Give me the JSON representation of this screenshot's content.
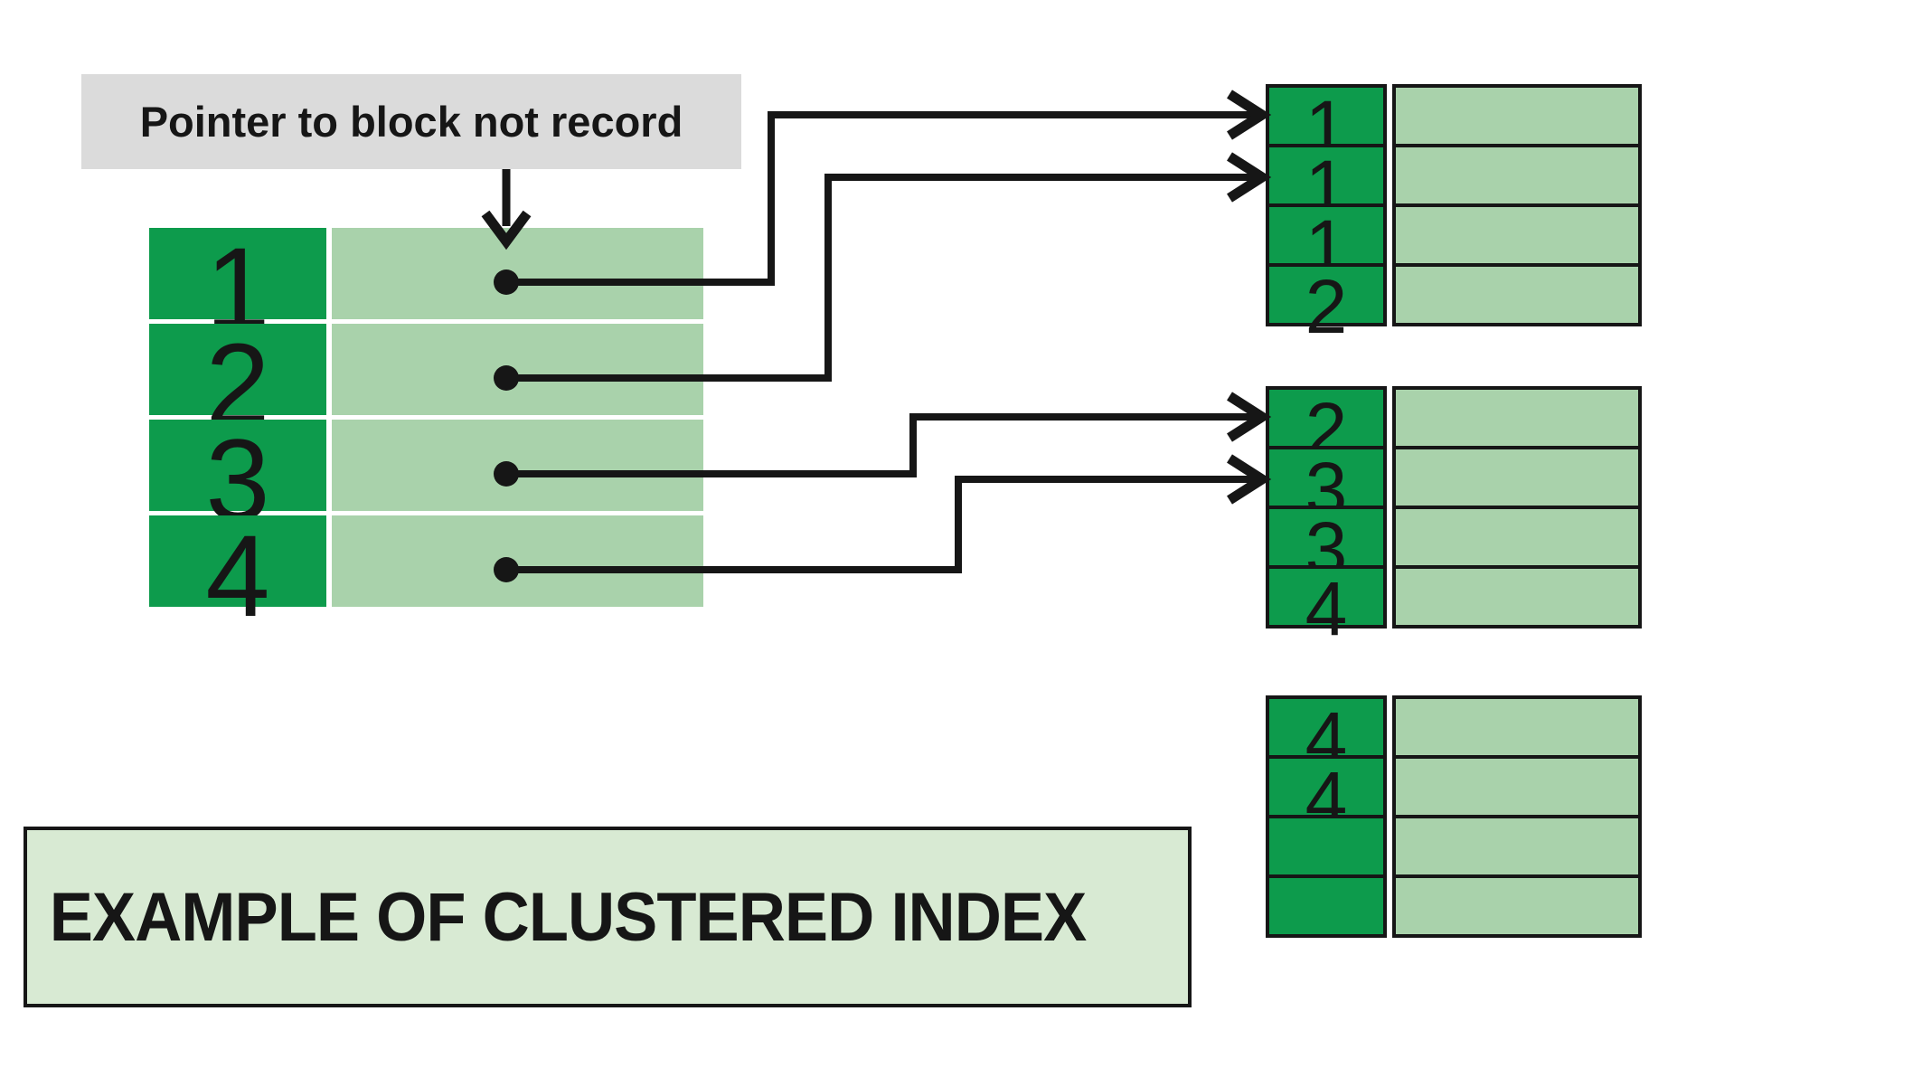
{
  "diagram": {
    "pointer_note": "Pointer to block not record",
    "title": "EXAMPLE OF CLUSTERED INDEX"
  },
  "index_table": {
    "rows": [
      {
        "key": "1"
      },
      {
        "key": "2"
      },
      {
        "key": "3"
      },
      {
        "key": "4"
      }
    ]
  },
  "blocks": [
    {
      "name": "data-block-1",
      "rows": [
        "1",
        "1",
        "1",
        "2"
      ]
    },
    {
      "name": "data-block-2",
      "rows": [
        "2",
        "3",
        "3",
        "4"
      ]
    },
    {
      "name": "data-block-3",
      "rows": [
        "4",
        "4",
        "",
        ""
      ]
    }
  ],
  "icons": {
    "down_arrow": "down-arrow",
    "pointer_dot": "pointer-dot",
    "arrowhead": "right-arrowhead"
  },
  "colors": {
    "key_green": "#0d9b4c",
    "cell_green": "#a9d2ab",
    "title_bg": "#d8ead3",
    "note_bg": "#dbdbdb",
    "ink": "#161616",
    "background": "#ffffff"
  }
}
